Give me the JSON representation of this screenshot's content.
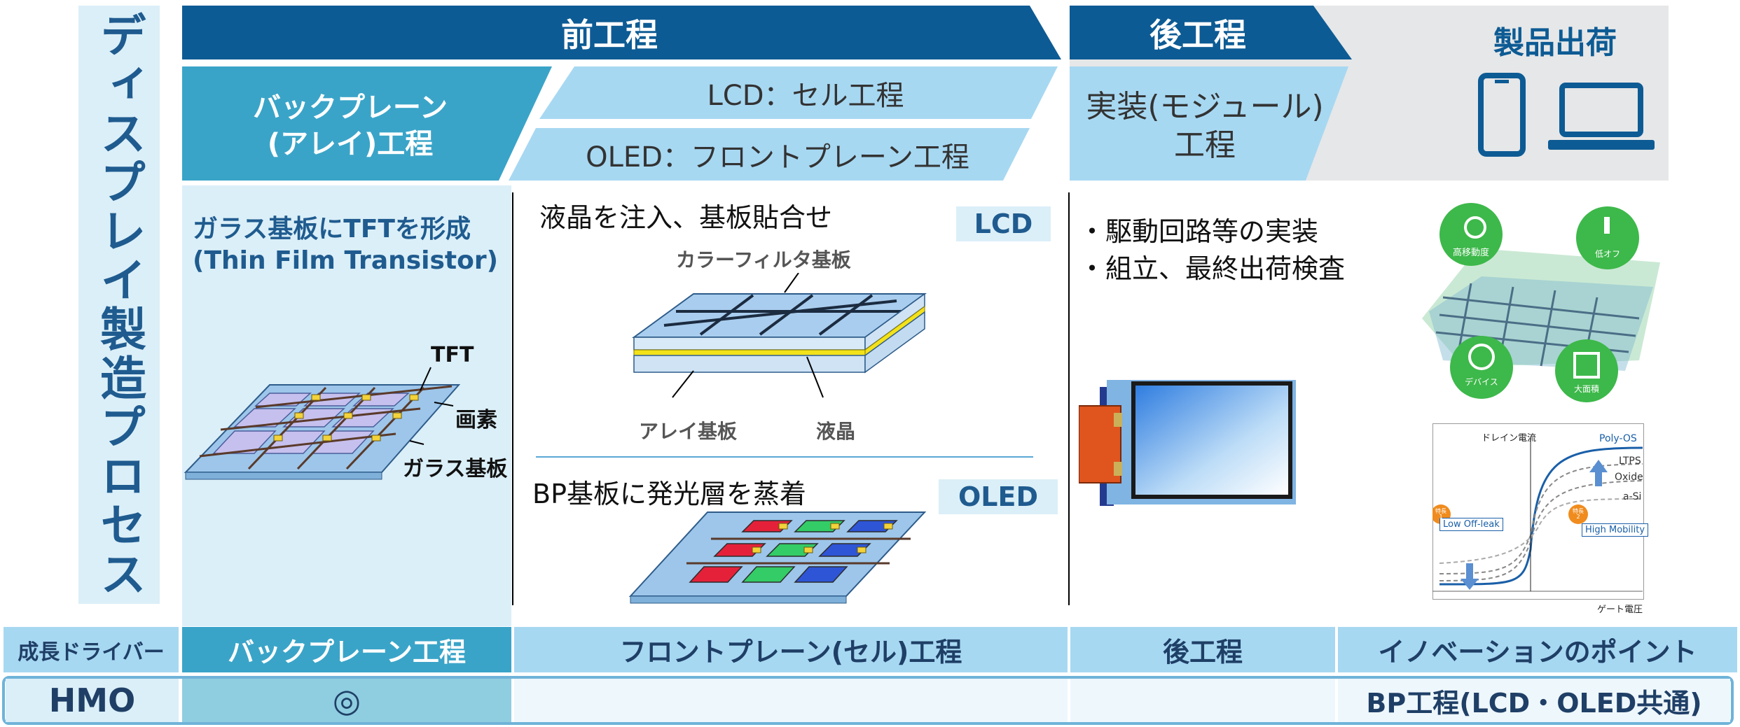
{
  "colors": {
    "navy": "#0d5b94",
    "teal": "#3aa4c8",
    "light_blue": "#a7d8f2",
    "pale_blue": "#dbeff8",
    "grey": "#e6e7e8",
    "heading_blue": "#1f5b8f"
  },
  "side_title": "ディスプレイ製造プロセス",
  "header": {
    "front": "前工程",
    "back": "後工程",
    "shipping": "製品出荷"
  },
  "subheader": {
    "backplane": "バックプレーン\n(アレイ)工程",
    "lcd_cell": "LCD：セル工程",
    "oled_front": "OLED：フロントプレーン工程",
    "module": "実装(モジュール)\n工程"
  },
  "backplane_panel": {
    "heading": "ガラス基板にTFTを形成\n(Thin Film Transistor)",
    "labels": {
      "tft": "TFT",
      "pixel": "画素",
      "glass": "ガラス基板"
    }
  },
  "lcd_panel": {
    "heading": "液晶を注入、基板貼合せ",
    "badge": "LCD",
    "labels": {
      "color_filter": "カラーフィルタ基板",
      "array": "アレイ基板",
      "liquid_crystal": "液晶"
    }
  },
  "oled_panel": {
    "heading": "BP基板に発光層を蒸着",
    "badge": "OLED"
  },
  "back_panel": {
    "items": [
      "・駆動回路等の実装",
      "・組立、最終出荷検査"
    ]
  },
  "product_icons": {
    "icons": [
      "smartphone-icon",
      "laptop-icon"
    ],
    "feature_labels": [
      "高移動度",
      "低オフ\nリーク",
      "デバイス\n均質",
      "大面積"
    ]
  },
  "tft_chart": {
    "ylabel": "ドレイン電流",
    "xlabel": "ゲート電圧",
    "series_labels": [
      "Poly-OS",
      "LTPS",
      "Oxide",
      "a-Si"
    ],
    "callouts": [
      "Low Off-leak",
      "High Mobility"
    ],
    "markers": [
      "特長\n1",
      "特長\n2"
    ]
  },
  "bottom_table": {
    "header": [
      "成長ドライバー",
      "バックプレーン工程",
      "フロントプレーン(セル)工程",
      "後工程",
      "イノベーションのポイント"
    ],
    "row": [
      "HMO",
      "◎",
      "",
      "",
      "BP工程(LCD・OLED共通)"
    ]
  }
}
